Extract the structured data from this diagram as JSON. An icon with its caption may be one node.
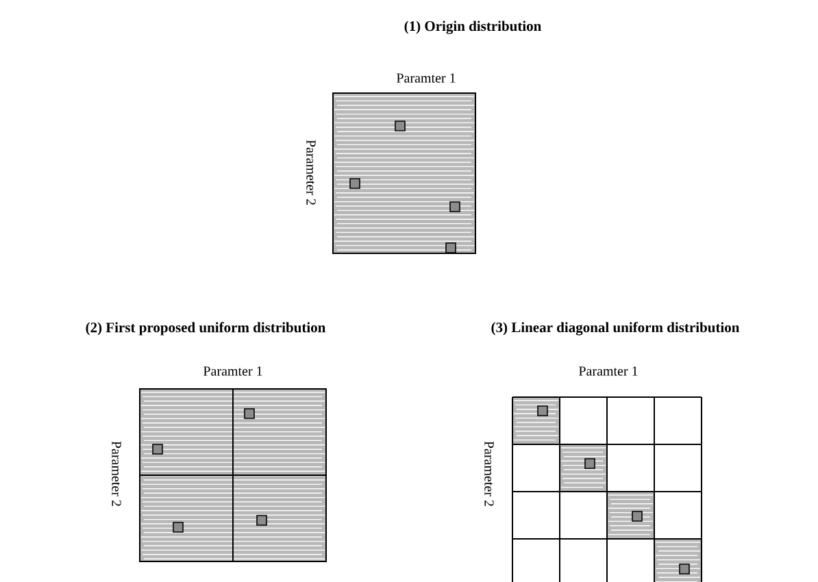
{
  "diagram": {
    "labels": [
      "(1) Origin distribution",
      "Paramter 1",
      "Parameter 2",
      "(2) First proposed uniform distribution",
      "(3) Linear diagonal uniform distribution",
      "Paramter 1",
      "Parameter 2",
      "Paramter 1",
      "Parameter 2"
    ]
  }
}
